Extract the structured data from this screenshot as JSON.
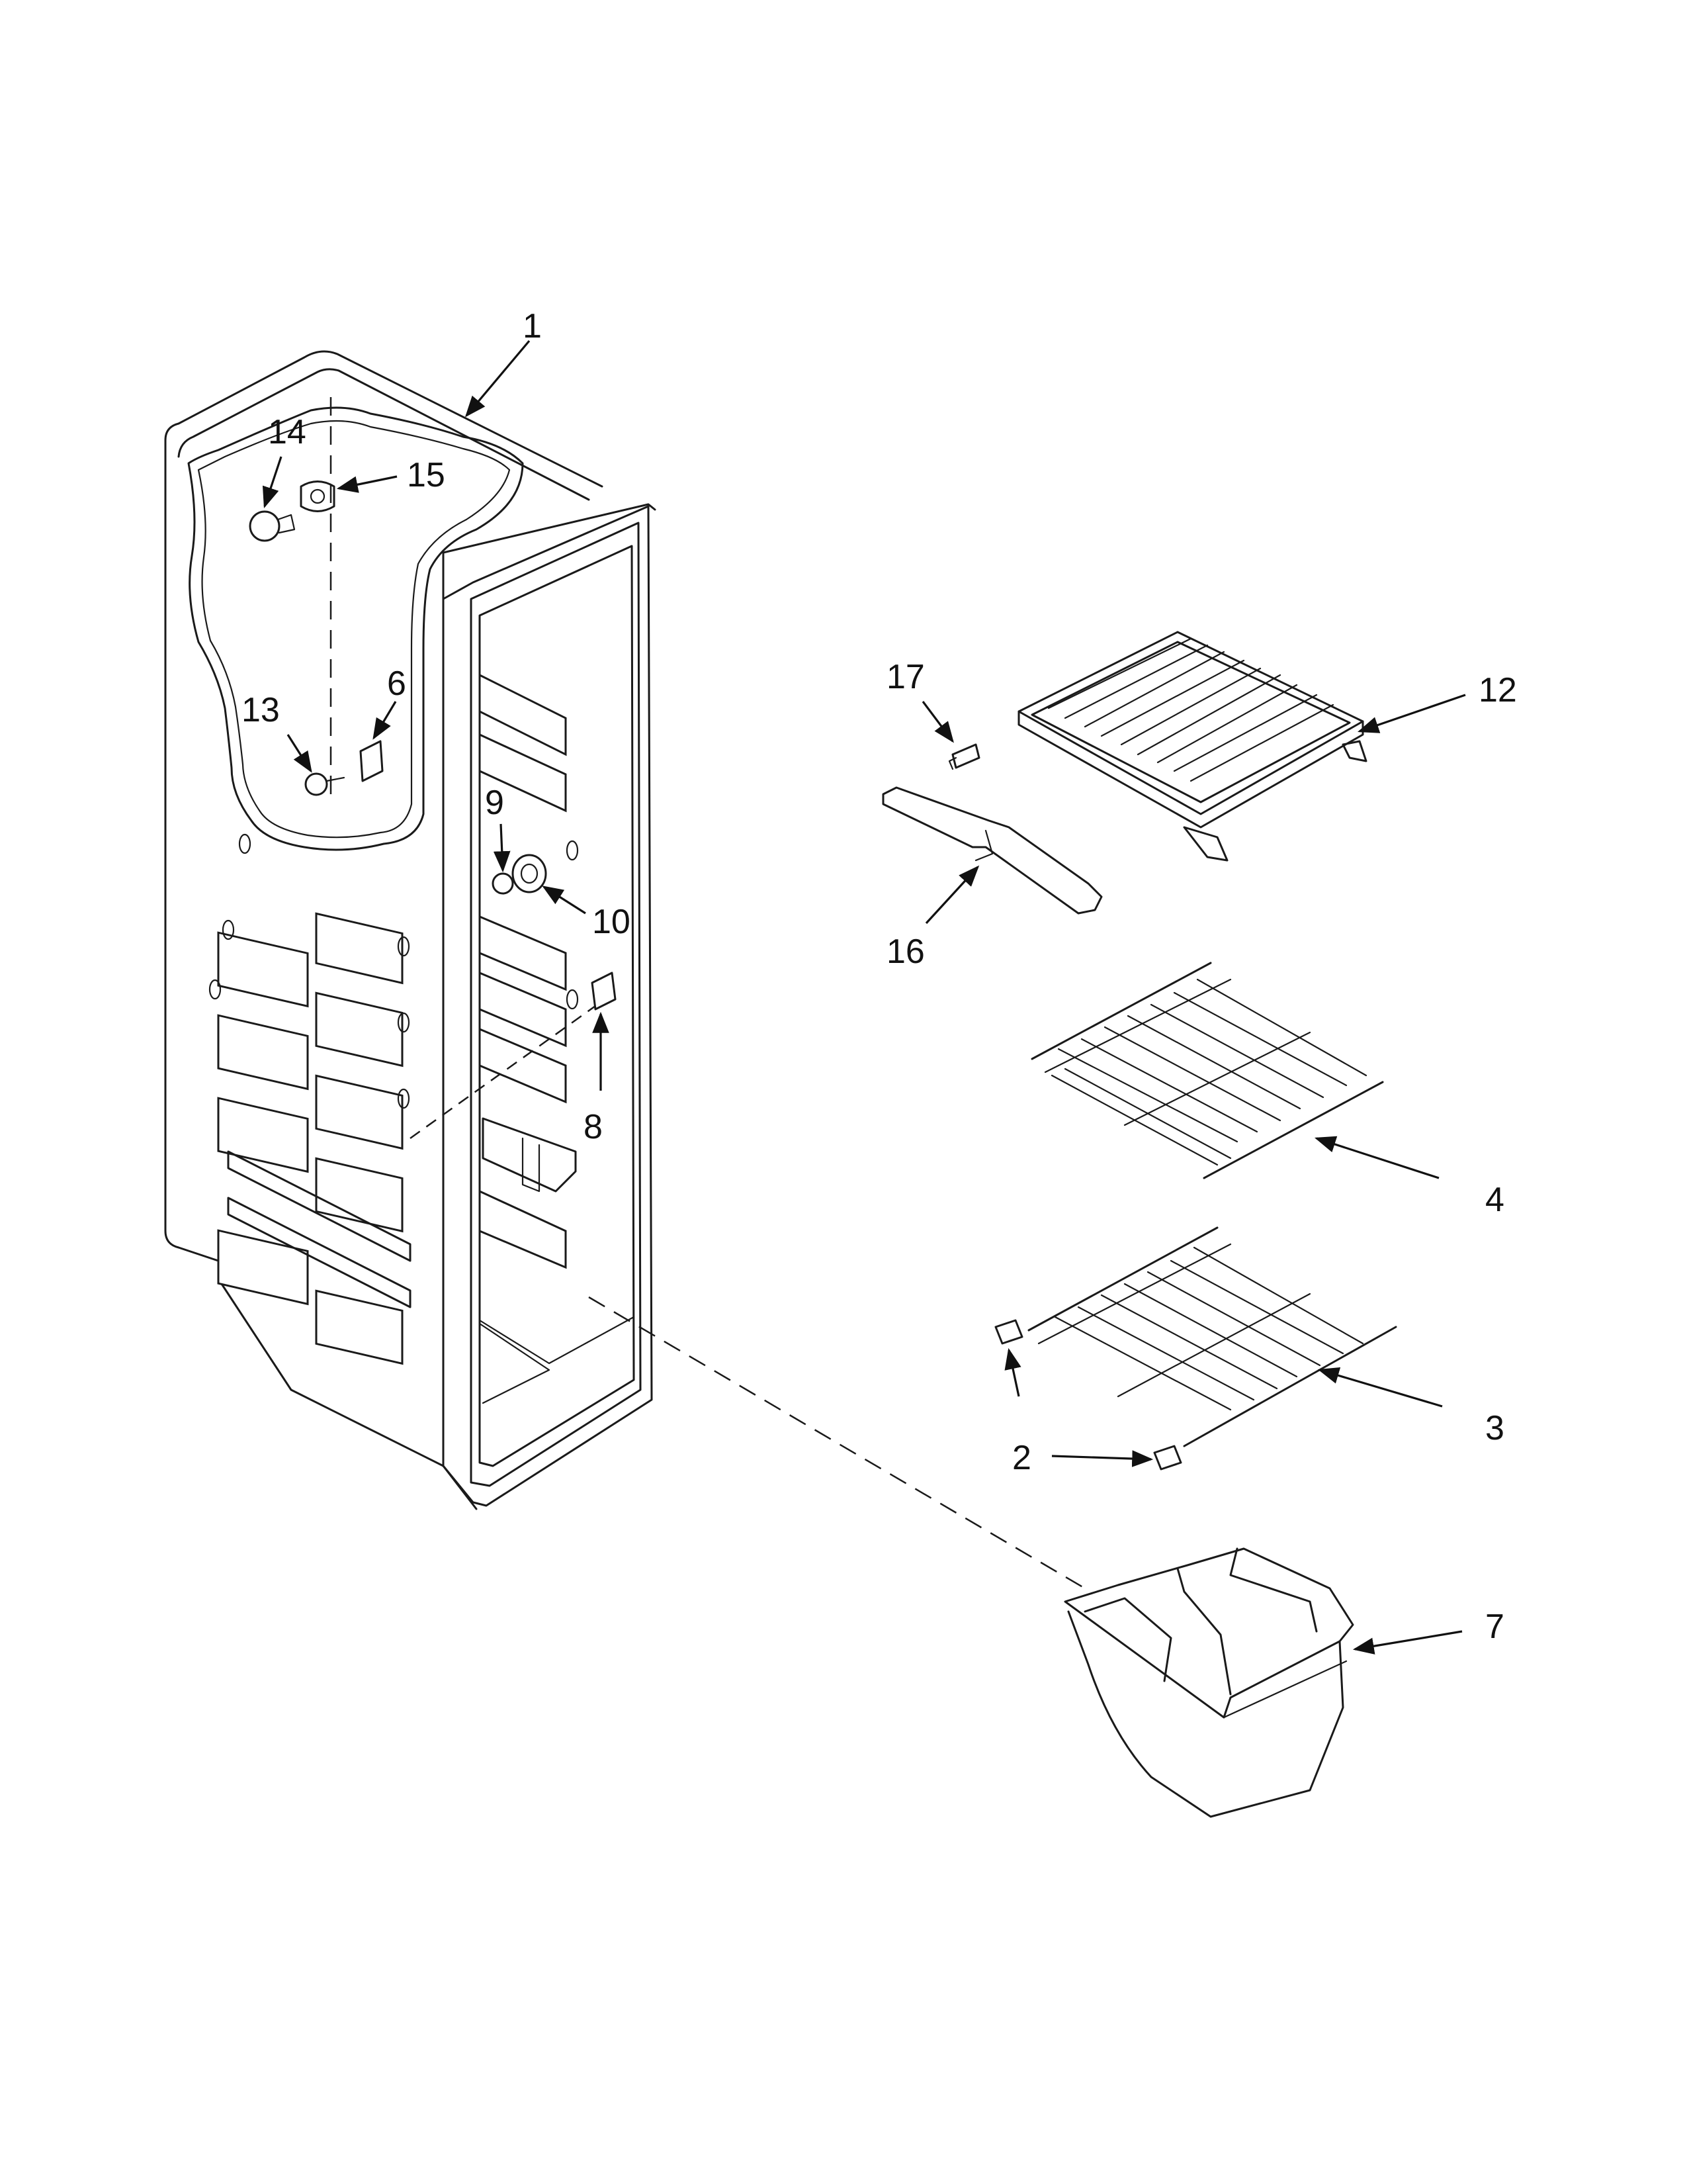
{
  "diagram": {
    "callouts": [
      {
        "id": "1",
        "label": "1"
      },
      {
        "id": "2",
        "label": "2"
      },
      {
        "id": "3",
        "label": "3"
      },
      {
        "id": "4",
        "label": "4"
      },
      {
        "id": "6",
        "label": "6"
      },
      {
        "id": "7",
        "label": "7"
      },
      {
        "id": "8",
        "label": "8"
      },
      {
        "id": "9",
        "label": "9"
      },
      {
        "id": "10",
        "label": "10"
      },
      {
        "id": "12",
        "label": "12"
      },
      {
        "id": "13",
        "label": "13"
      },
      {
        "id": "14",
        "label": "14"
      },
      {
        "id": "15",
        "label": "15"
      },
      {
        "id": "16",
        "label": "16"
      },
      {
        "id": "17",
        "label": "17"
      }
    ]
  }
}
